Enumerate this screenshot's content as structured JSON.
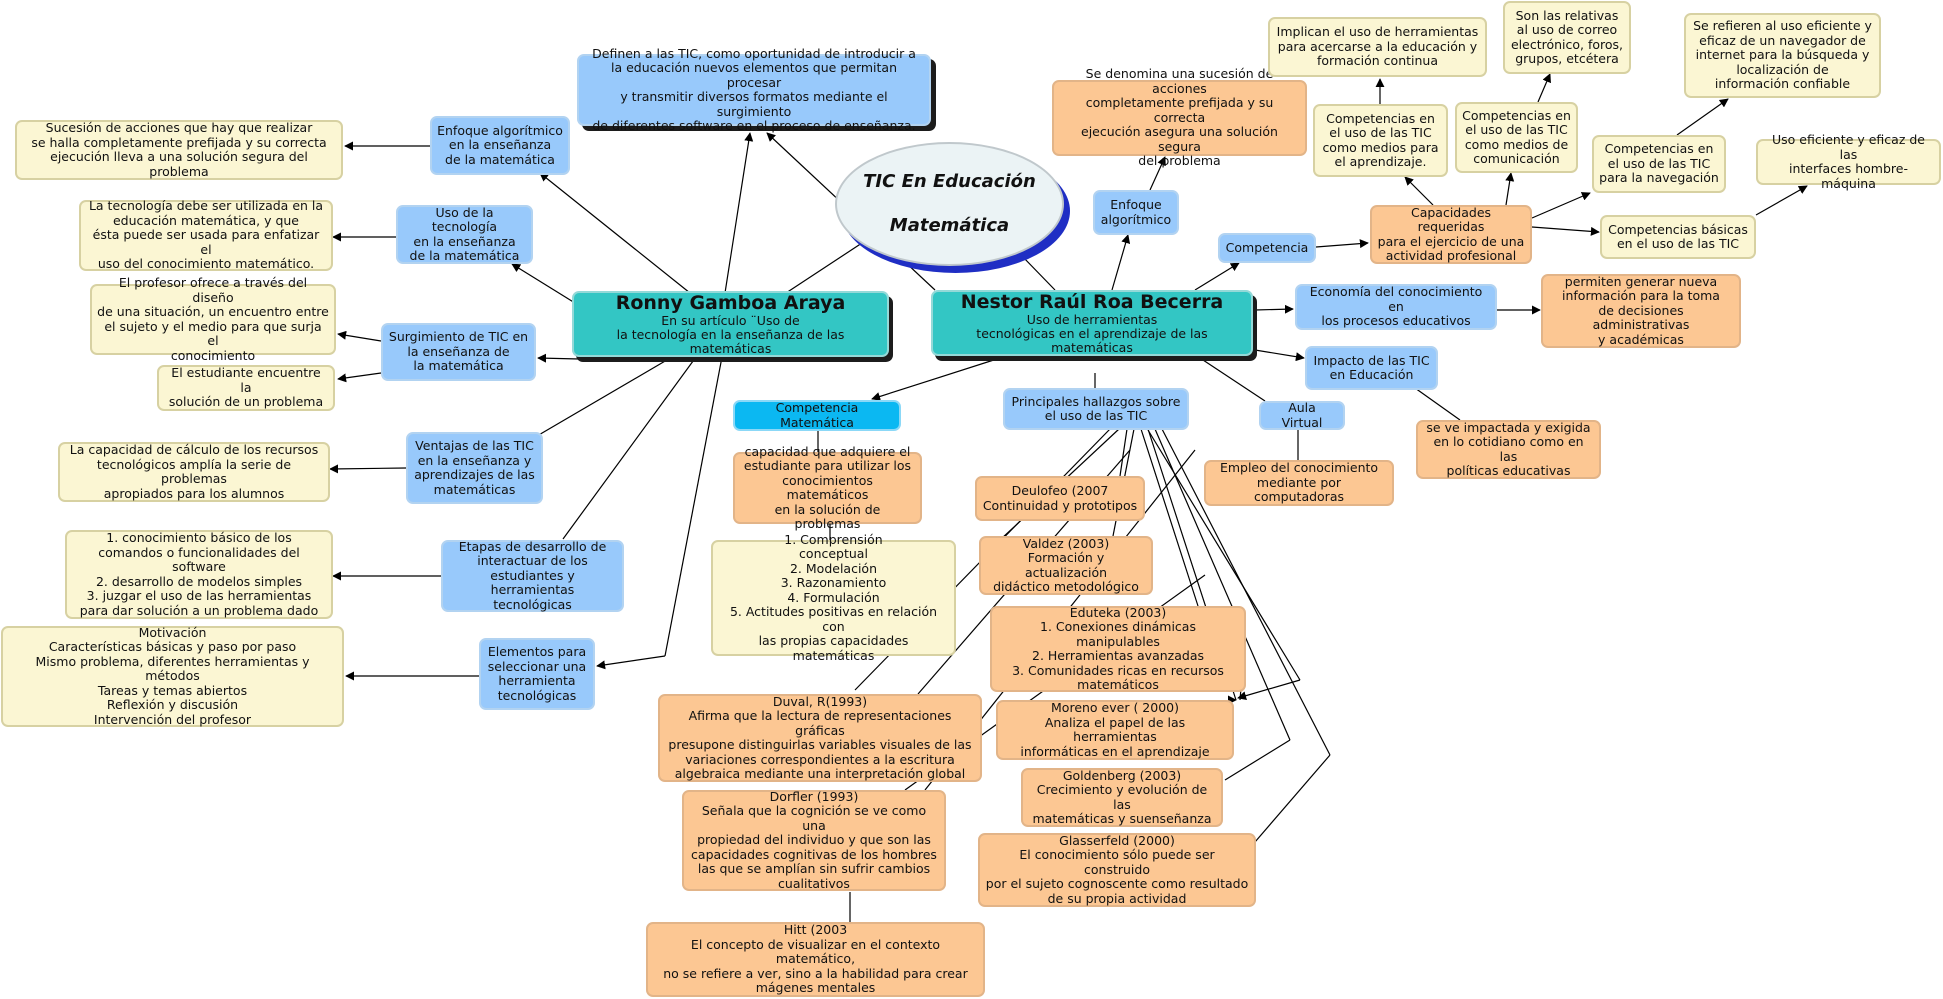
{
  "title": "TIC En Educación\nMatemática",
  "ronny": {
    "name": "Ronny Gamboa Araya",
    "subtitle": "En su artículo ¨Uso de\nla tecnología en la enseñanza de las matemáticas"
  },
  "nestor": {
    "name": "Nestor Raúl Roa Becerra",
    "subtitle": "Uso de herramientas\ntecnológicas en el aprendizaje de las matemáticas"
  },
  "nodes": {
    "definen": "Definen a las TIC, como oportunidad de introducir a\nla educación nuevos elementos que permitan procesar\ny transmitir diversos formatos mediante el surgimiento\nde diferentes software en el proceso de enseñanza.",
    "sucesion_left": "Sucesión de acciones que hay que realizar\nse halla completamente prefijada y su correcta\nejecución lleva a una solución segura del problema",
    "enfoque_left": "Enfoque algorítmico\nen la enseñanza\nde la matemática",
    "tecnologia_debe": "La tecnología debe ser utilizada en la\neducación matemática, y que\nésta puede ser usada para enfatizar el\nuso del conocimiento matemático.",
    "uso_tecnologia": "Uso de la tecnología\nen la enseñanza\nde la matemática",
    "profesor_ofrece": "El profesor ofrece a través del diseño\nde una situación, un encuentro entre\nel sujeto y el medio para que surja el\nconocimiento",
    "surgimiento": "Surgimiento de TIC en\nla enseñanza de\nla matemática",
    "estudiante_encuentre": "El estudiante encuentre la\nsolución de un problema",
    "capacidad_calculo": "La capacidad de cálculo de los recursos\ntecnológicos amplía la serie de problemas\napropiados para los alumnos",
    "ventajas": "Ventajas de las TIC\nen la enseñanza y\naprendizajes de las\nmatemáticas",
    "conocimiento_basico": "1. conocimiento básico de los\ncomandos o funcionalidades del software\n2. desarrollo de modelos simples\n3. juzgar el uso de las herramientas\npara dar solución a un problema dado",
    "etapas": "Etapas de desarrollo de\ninteractuar de los\nestudiantes y herramientas\ntecnológicas",
    "motivacion": "Motivación\nCaracterísticas básicas y paso por paso\nMismo problema, diferentes herramientas y métodos\nTareas y temas abiertos\nReflexión y discusión\nIntervención del profesor",
    "elementos": "Elementos para\nseleccionar una\nherramienta\ntecnológicas",
    "competencia_matematica": "Competencia Matemática",
    "capacidad_adquiere": "capacidad que adquiere el\nestudiante para utilizar los\nconocimientos matemáticos\nen la solución de problemas",
    "comprension": "1. Comprensión\nconceptual\n2. Modelación\n3. Razonamiento\n4. Formulación\n5. Actitudes positivas en relación con\nlas propias capacidades matemáticas",
    "sucesion_right": "Se denomina una sucesión de acciones\ncompletamente prefijada y su correcta\nejecución asegura una solución segura\ndel problema",
    "enfoque_right": "Enfoque\nalgorítmico",
    "implican": "Implican el uso de herramientas\npara acercarse a la educación y\nformación continua",
    "comp_medios": "Competencias en\nel uso de las TIC\ncomo medios para\nel aprendizaje.",
    "relativas": "Son las relativas\nal uso de correo\nelectrónico, foros,\ngrupos, etcétera",
    "comp_comunicacion": "Competencias en\nel uso de las TIC\ncomo medios de\ncomunicación",
    "navegador": "Se refieren al uso eficiente y\neficaz de un navegador de\ninternet para la búsqueda y\nlocalización de\ninformación confiable",
    "comp_navegacion": "Competencias en\nel uso de las TIC\npara la navegación",
    "uso_eficiente": "Uso eficiente y eficaz de las\ninterfaces hombre-máquina",
    "comp_basicas": "Competencias básicas\nen el uso de las TIC",
    "capacidades": "Capacidades requeridas\npara el ejercicio de una\nactividad profesional",
    "competencia": "Competencia",
    "economia": "Economía del conocimiento en\nlos procesos educativos",
    "permiten": "permiten generar nueva\ninformación para la toma\nde decisiones administrativas\ny académicas",
    "impacto": "Impacto de las TIC\nen Educación",
    "impactada": "se ve impactada y exigida\nen lo cotidiano como en las\npolíticas educativas",
    "aula": "Aula Virtual",
    "empleo": "Empleo del conocimiento\nmediante por computadoras",
    "principales": "Principales hallazgos sobre\nel uso de las TIC",
    "deulofeo": "Deulofeo (2007\nContinuidad y prototipos",
    "valdez": "Valdez (2003)\nFormación y actualización\ndidáctico metodológico",
    "eduteka": "Eduteka (2003)\n1. Conexiones dinámicas manipulables\n2. Herramientas avanzadas\n3. Comunidades ricas en recursos\nmatemáticos",
    "moreno": "Moreno ever ( 2000)\nAnaliza el papel de las herramientas\ninformáticas en el aprendizaje",
    "goldenberg": "Goldenberg (2003)\nCrecimiento y evolución de las\nmatemáticas y suenseñanza",
    "glasserfeld": "Glasserfeld (2000)\nEl conocimiento sólo puede ser construido\npor el sujeto cognoscente como resultado\nde su propia actividad",
    "duval": "Duval, R(1993)\nAfirma que la lectura de representaciones gráficas\npresupone distinguirlas variables visuales de las\nvariaciones correspondientes a la escritura\nalgebraica mediante una interpretación global",
    "dorfler": "Dorfler (1993)\nSeñala que la cognición se ve como una\npropiedad del individuo y que son las\ncapacidades cognitivas de los hombres\nlas que se amplían sin sufrir cambios\ncualitativos",
    "hitt": "Hitt (2003\nEl concepto de visualizar en el contexto matemático,\nno se refiere a ver, sino a la habilidad para crear\nmágenes mentales"
  },
  "colors": {
    "yellow": "#fbf6d3",
    "blue": "#98c9fb",
    "orange": "#fcc793",
    "teal": "#33c6c4",
    "cyan": "#0bb8f2",
    "title_shadow": "#1f2ec4"
  }
}
